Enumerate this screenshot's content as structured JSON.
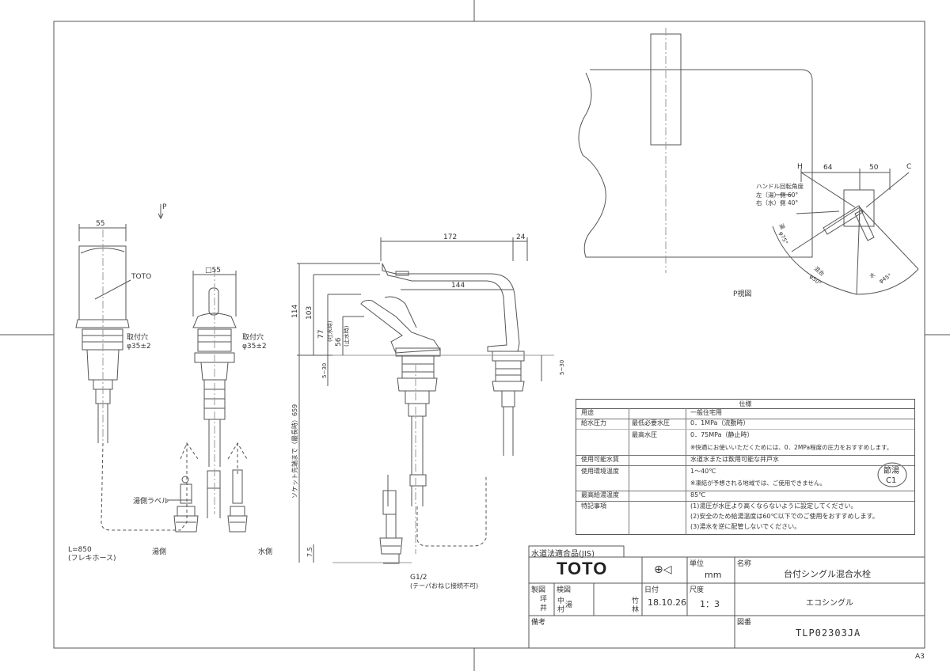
{
  "corner_label": "A3",
  "views": {
    "arrow_label": "P",
    "top_view_label": "P視図",
    "left_view": {
      "dim_width": "55",
      "brand_label": "TOTO",
      "mount_hole_1": "取付穴",
      "mount_hole_2": "φ35±2",
      "hose_length_1": "L=850",
      "hose_length_2": "(フレキホース)"
    },
    "middle_view": {
      "dim_width": "□55",
      "mount_hole_1": "取付穴",
      "mount_hole_2": "φ35±2",
      "hot_label_tag": "湯側ラベル",
      "hot_side": "湯側",
      "water_side": "水側"
    },
    "side_view": {
      "dim_172": "172",
      "dim_24": "24",
      "dim_144": "144",
      "dim_114": "114",
      "dim_103": "103",
      "dim_77": "77",
      "dim_77_note": "(吐水時)",
      "dim_56": "56",
      "dim_56_note": "(止水時)",
      "dim_5_30_left": "5~30",
      "dim_5_30_right": "5~30",
      "dim_659": "ソケット先端まで（最長時）659",
      "dim_75": "7.5",
      "thread_1": "G1/2",
      "thread_2": "(テーパおねじ接続不可)"
    },
    "top_view": {
      "label_h": "H",
      "label_c": "C",
      "dim_64": "64",
      "dim_50": "50",
      "handle_angle_title": "ハンドル回転角度",
      "handle_left": "左（湯）側 60°",
      "handle_right": "右（水）側 40°",
      "arc_hot": "湯",
      "arc_hot_angle": "φ75°",
      "arc_mix": "混合",
      "arc_mix_angle": "φ50°",
      "arc_water": "水",
      "arc_water_angle": "φ45°"
    }
  },
  "spec": {
    "title": "仕様",
    "rows": [
      {
        "label": "用途",
        "sub": "",
        "value": "一般住宅用",
        "note": ""
      },
      {
        "label": "給水圧力",
        "sub": "最低必要水圧",
        "value": "0．1MPa（流動時）",
        "note": ""
      },
      {
        "label": "",
        "sub": "最高水圧",
        "value": "0．75MPa（静止時）",
        "note": "※快適にお使いいただくためには、0．2MPa程度の圧力をおすすめします。"
      },
      {
        "label": "使用可能水質",
        "sub": "",
        "value": "水道水または飲用可能な井戸水",
        "note": ""
      },
      {
        "label": "使用環境温度",
        "sub": "",
        "value": "1～40℃",
        "note": "※凍結が予想される地域では、ご使用できません。"
      },
      {
        "label": "最高給湯温度",
        "sub": "",
        "value": "85℃",
        "note": ""
      },
      {
        "label": "特記事項",
        "sub": "",
        "value": "(1)湯圧が水圧より高くならないように設定してください。",
        "note": "(2)安全のため給湯温度は60℃以下でのご使用をおすすめします。",
        "note2": "(3)湯水を逆に配管しないでください。"
      }
    ],
    "badge_line1": "節湯",
    "badge_line2": "C1"
  },
  "title_block": {
    "jis": "水道法適合品(JIS)",
    "brand": "TOTO",
    "unit_label": "単位",
    "unit_value": "mm",
    "name_label": "名称",
    "name_value": "台付シングル混合水栓",
    "made_label": "製図",
    "made_1": "坪",
    "made_2": "井",
    "check_label": "検図",
    "check_1": "中",
    "check_2": "村",
    "check_3": "湯",
    "check_4": "竹",
    "check_5": "林",
    "date_label": "日付",
    "date_value": "18.10.26",
    "scale_label": "尺度",
    "scale_value": "1：3",
    "series_value": "エコシングル",
    "note_label": "備考",
    "drawing_no_label": "図番",
    "drawing_no_value": "TLP02303JA"
  }
}
